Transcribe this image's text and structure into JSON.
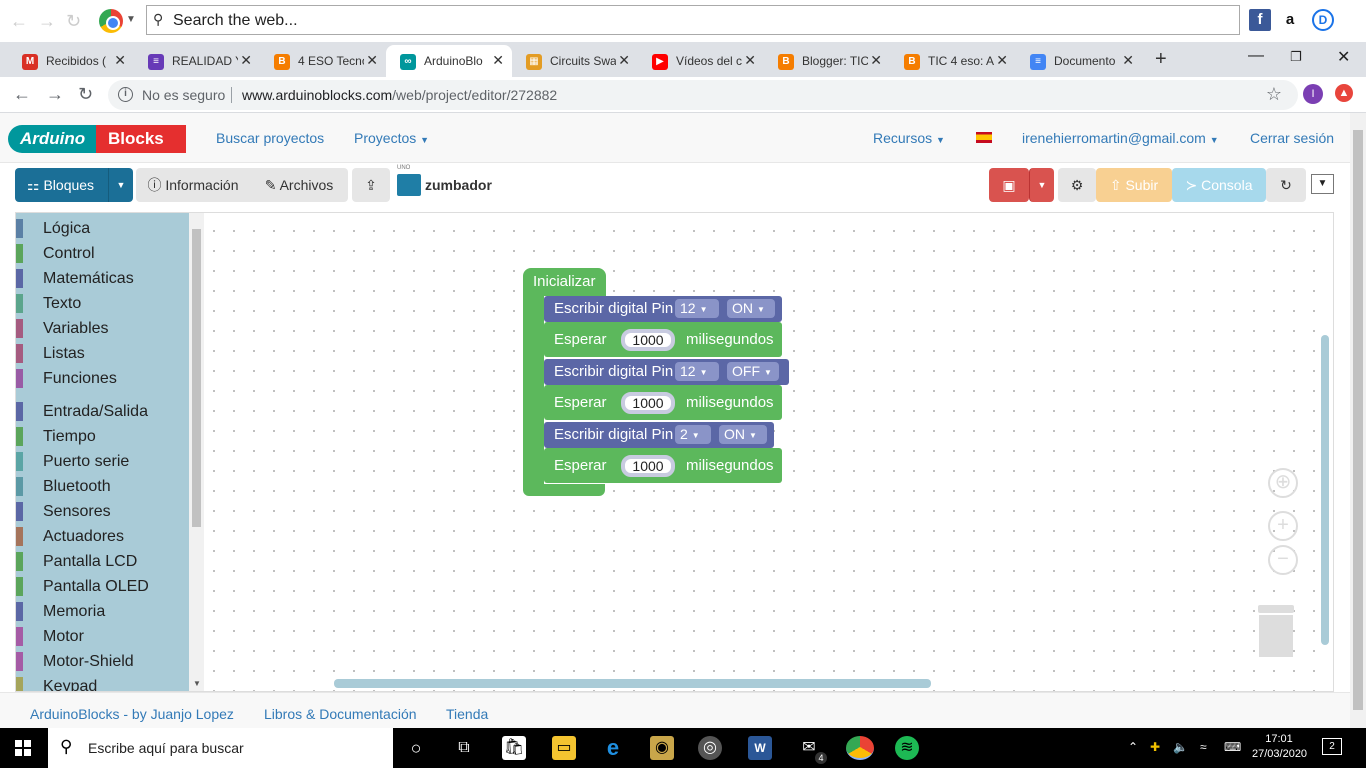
{
  "browser": {
    "top_search_placeholder": "Search the web...",
    "tabs": [
      {
        "title": "Recibidos (",
        "icon": "gmail-icon",
        "color": "#d93025",
        "glyph": "M"
      },
      {
        "title": "REALIDAD Y",
        "icon": "forms-icon",
        "color": "#673ab7",
        "glyph": "≡"
      },
      {
        "title": "4 ESO Tecno",
        "icon": "blogger-icon",
        "color": "#f57d00",
        "glyph": "B"
      },
      {
        "title": "ArduinoBlo",
        "icon": "arduino-icon",
        "color": "#00979c",
        "glyph": "∞"
      },
      {
        "title": "Circuits Swa",
        "icon": "grid-icon",
        "color": "#e39c24",
        "glyph": "▦"
      },
      {
        "title": "Vídeos del c",
        "icon": "youtube-icon",
        "color": "#ff0000",
        "glyph": "▶"
      },
      {
        "title": "Blogger: TIC",
        "icon": "blogger-icon",
        "color": "#f57d00",
        "glyph": "B"
      },
      {
        "title": "TIC 4 eso: A",
        "icon": "blogger-icon",
        "color": "#f57d00",
        "glyph": "B"
      },
      {
        "title": "Documento",
        "icon": "docs-icon",
        "color": "#4285f4",
        "glyph": "≡"
      }
    ],
    "address": {
      "security_text": "No es seguro",
      "url_host": "www.arduinoblocks.com",
      "url_path": "/web/project/editor/272882"
    },
    "avatar_letter": "I"
  },
  "app": {
    "logo_left": "Arduino",
    "logo_right": "Blocks",
    "nav": {
      "search_projects": "Buscar proyectos",
      "projects": "Proyectos",
      "resources": "Recursos",
      "user_email": "irenehierromartin@gmail.com",
      "logout": "Cerrar sesión"
    },
    "toolbar": {
      "blocks": "Bloques",
      "info": "Información",
      "files": "Archivos",
      "board_label": "UNO",
      "project_name": "zumbador",
      "upload": "Subir",
      "console": "Consola"
    },
    "toolbox": [
      {
        "label": "Lógica",
        "color": "#5b80a5"
      },
      {
        "label": "Control",
        "color": "#5ba55b"
      },
      {
        "label": "Matemáticas",
        "color": "#5b67a5"
      },
      {
        "label": "Texto",
        "color": "#5ba58c"
      },
      {
        "label": "Variables",
        "color": "#a55b80"
      },
      {
        "label": "Listas",
        "color": "#a55b80"
      },
      {
        "label": "Funciones",
        "color": "#995ba5"
      },
      {
        "label": "Entrada/Salida",
        "color": "#5b67a5"
      },
      {
        "label": "Tiempo",
        "color": "#5ba55b"
      },
      {
        "label": "Puerto serie",
        "color": "#5ba5a5"
      },
      {
        "label": "Bluetooth",
        "color": "#5b99a5"
      },
      {
        "label": "Sensores",
        "color": "#5b67a5"
      },
      {
        "label": "Actuadores",
        "color": "#a5745b"
      },
      {
        "label": "Pantalla LCD",
        "color": "#5ba55b"
      },
      {
        "label": "Pantalla OLED",
        "color": "#5ba55b"
      },
      {
        "label": "Memoria",
        "color": "#5b67a5"
      },
      {
        "label": "Motor",
        "color": "#a55ba5"
      },
      {
        "label": "Motor-Shield",
        "color": "#a55ba5"
      },
      {
        "label": "Keypad",
        "color": "#a5a55b"
      }
    ],
    "program": {
      "init_label": "Inicializar",
      "statements": [
        {
          "kind": "digital_write",
          "label": "Escribir digital Pin",
          "pin": "12",
          "state": "ON"
        },
        {
          "kind": "wait",
          "label": "Esperar",
          "value": "1000",
          "unit": "milisegundos"
        },
        {
          "kind": "digital_write",
          "label": "Escribir digital Pin",
          "pin": "12",
          "state": "OFF"
        },
        {
          "kind": "wait",
          "label": "Esperar",
          "value": "1000",
          "unit": "milisegundos"
        },
        {
          "kind": "digital_write",
          "label": "Escribir digital Pin",
          "pin": "2",
          "state": "ON"
        },
        {
          "kind": "wait",
          "label": "Esperar",
          "value": "1000",
          "unit": "milisegundos"
        }
      ]
    },
    "footer": {
      "credit": "ArduinoBlocks - by Juanjo Lopez",
      "books": "Libros & Documentación",
      "shop": "Tienda"
    }
  },
  "taskbar": {
    "search_placeholder": "Escribe aquí para buscar",
    "time": "17:01",
    "date": "27/03/2020",
    "mail_badge": "4",
    "notifications": "2"
  }
}
